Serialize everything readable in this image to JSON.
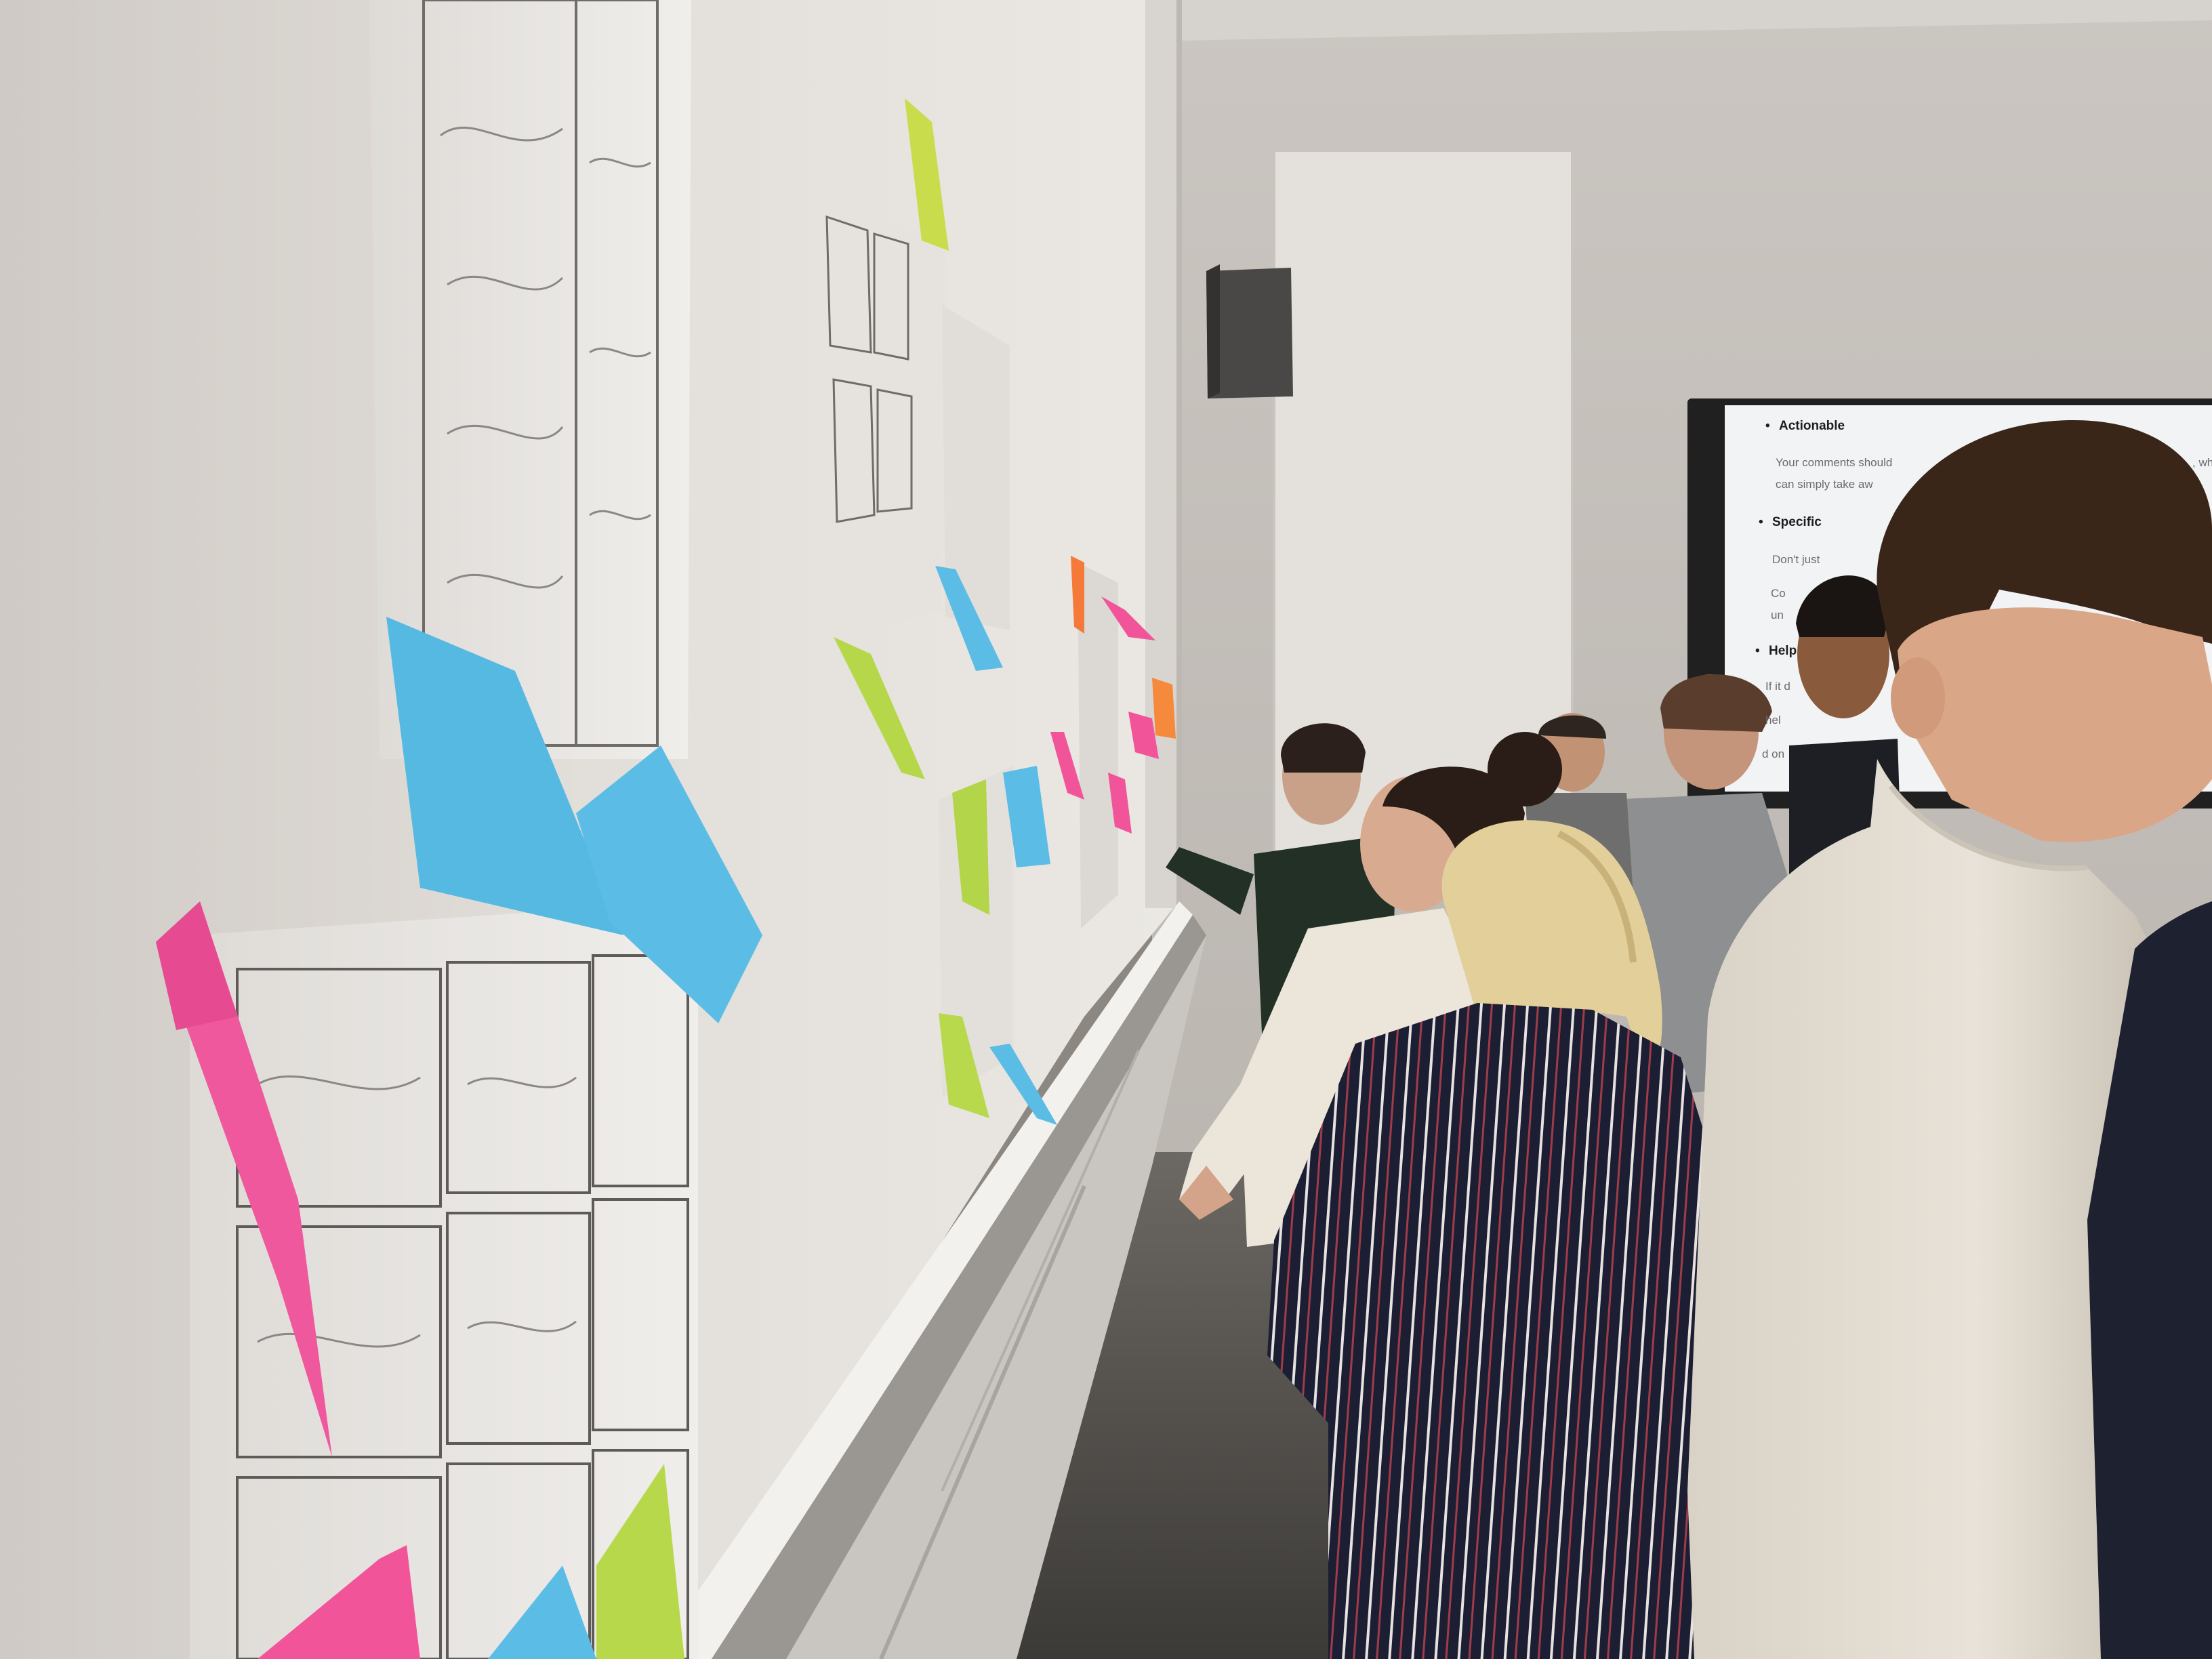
{
  "scene": {
    "type": "photo",
    "setting": "classroom wall critique session"
  },
  "screen": {
    "headings": [
      "Actionable",
      "Specific",
      "Help"
    ],
    "lines": [
      "Your comments should",
      ", which",
      "can simply take aw",
      "Don't just",
      "Co",
      "un",
      "If it d",
      "hel",
      "d on"
    ]
  }
}
